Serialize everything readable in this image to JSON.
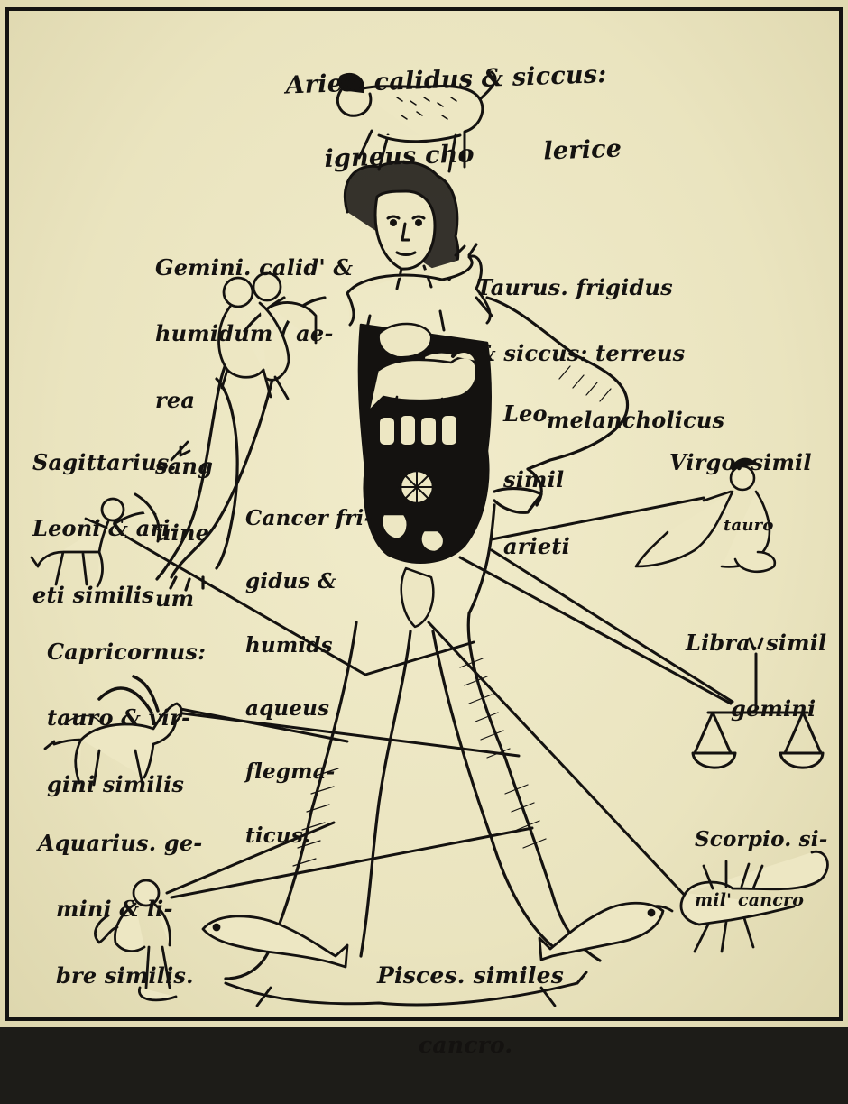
{
  "captions": {
    "aries": [
      "Aries. calidus & siccus:",
      "igneus cho        lerice"
    ],
    "gemini": [
      "Gemini. calid' &",
      "humidum   ae-",
      "rea",
      "sang",
      "uine",
      "um"
    ],
    "taurus": [
      "Taurus. frigidus",
      "& siccus: terreus",
      "melancholicus"
    ],
    "leo": [
      "Leo.",
      "simil",
      "arieti"
    ],
    "sagittarius": [
      "Sagittarius.",
      "Leoni & ari-",
      "eti similis"
    ],
    "cancer": [
      "Cancer fri-",
      "gidus &",
      "humids",
      "aqueus",
      "flegma-",
      "ticus."
    ],
    "virgo": [
      "Virgo. simil",
      "tauro"
    ],
    "libra": [
      "Libra. simil",
      "gemini"
    ],
    "capricornus": [
      "Capricornus:",
      "tauro & vir-",
      "gini similis"
    ],
    "aquarius": [
      "Aquarius. ge-",
      "mini & li-",
      "bre similis."
    ],
    "scorpio": [
      "Scorpio. si-",
      "mil' cancro"
    ],
    "pisces": [
      "Pisces. similes",
      "cancro."
    ]
  },
  "colors": {
    "ink": "#141210",
    "paper": "#ede7c3",
    "frame": "#141311"
  }
}
